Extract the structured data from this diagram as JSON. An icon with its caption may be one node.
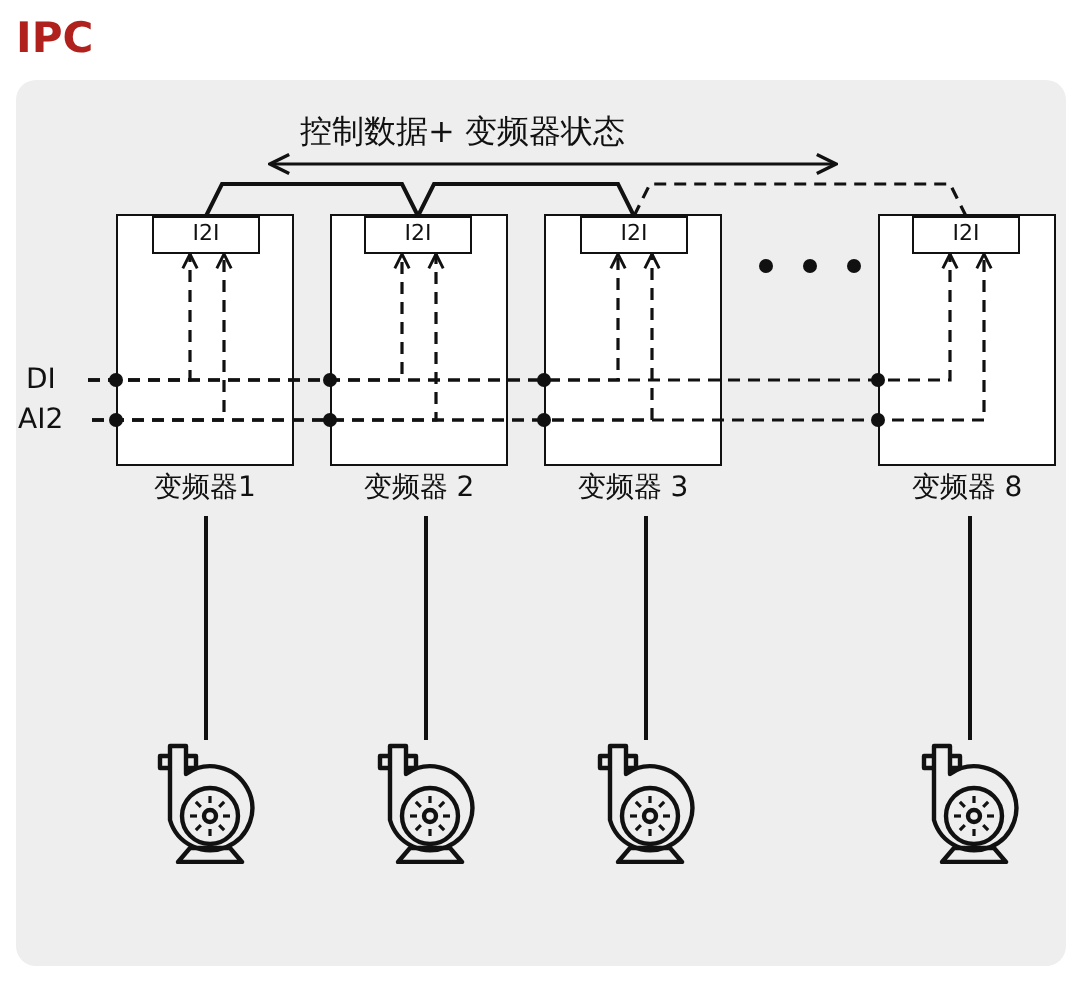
{
  "diagram": {
    "title": "IPC",
    "nodes": [
      {
        "text": [
          "变频器1"
        ]
      },
      {
        "text": [
          "I2I"
        ],
        "in": 0
      },
      {
        "text": [
          "变频器 2"
        ]
      },
      {
        "text": [
          "I2I"
        ],
        "in": 2
      },
      {
        "text": [
          "变频器 3"
        ]
      },
      {
        "text": [
          "I2I"
        ],
        "in": 4
      },
      {
        "text": [
          "变频器 8"
        ]
      },
      {
        "text": [
          "I2I"
        ],
        "in": 6
      },
      {
        "text": [
          "DI"
        ]
      },
      {
        "text": [
          "AI2"
        ]
      },
      {
        "text": [],
        "shape": "picture"
      },
      {
        "text": [],
        "shape": "picture"
      },
      {
        "text": [],
        "shape": "picture"
      },
      {
        "text": [],
        "shape": "picture"
      }
    ],
    "edges": [
      {
        "from": 0,
        "to": 10,
        "arrow": "none"
      },
      {
        "from": 2,
        "to": 11,
        "arrow": "none"
      },
      {
        "from": 4,
        "to": 12,
        "arrow": "none"
      },
      {
        "from": 6,
        "to": 13,
        "arrow": "none"
      },
      {
        "from": 1,
        "to": 3,
        "arrow": "none"
      },
      {
        "from": 3,
        "to": 5,
        "arrow": "none"
      },
      {
        "from": 5,
        "to": 7,
        "arrow": "none",
        "style": "dashed"
      },
      {
        "from": 8,
        "to": 1,
        "arrow": "to",
        "style": "dashed"
      },
      {
        "from": 8,
        "to": 3,
        "arrow": "to",
        "style": "dashed"
      },
      {
        "from": 8,
        "to": 5,
        "arrow": "to",
        "style": "dashed"
      },
      {
        "from": 8,
        "to": 7,
        "arrow": "to",
        "style": "dashed"
      },
      {
        "from": 9,
        "to": 1,
        "arrow": "to",
        "style": "dashed"
      },
      {
        "from": 9,
        "to": 3,
        "arrow": "to",
        "style": "dashed"
      },
      {
        "from": 9,
        "to": 5,
        "arrow": "to",
        "style": "dashed"
      },
      {
        "from": 9,
        "to": 7,
        "arrow": "to",
        "style": "dashed"
      }
    ],
    "labels": [
      "控制数据+ 变频器状态"
    ]
  }
}
